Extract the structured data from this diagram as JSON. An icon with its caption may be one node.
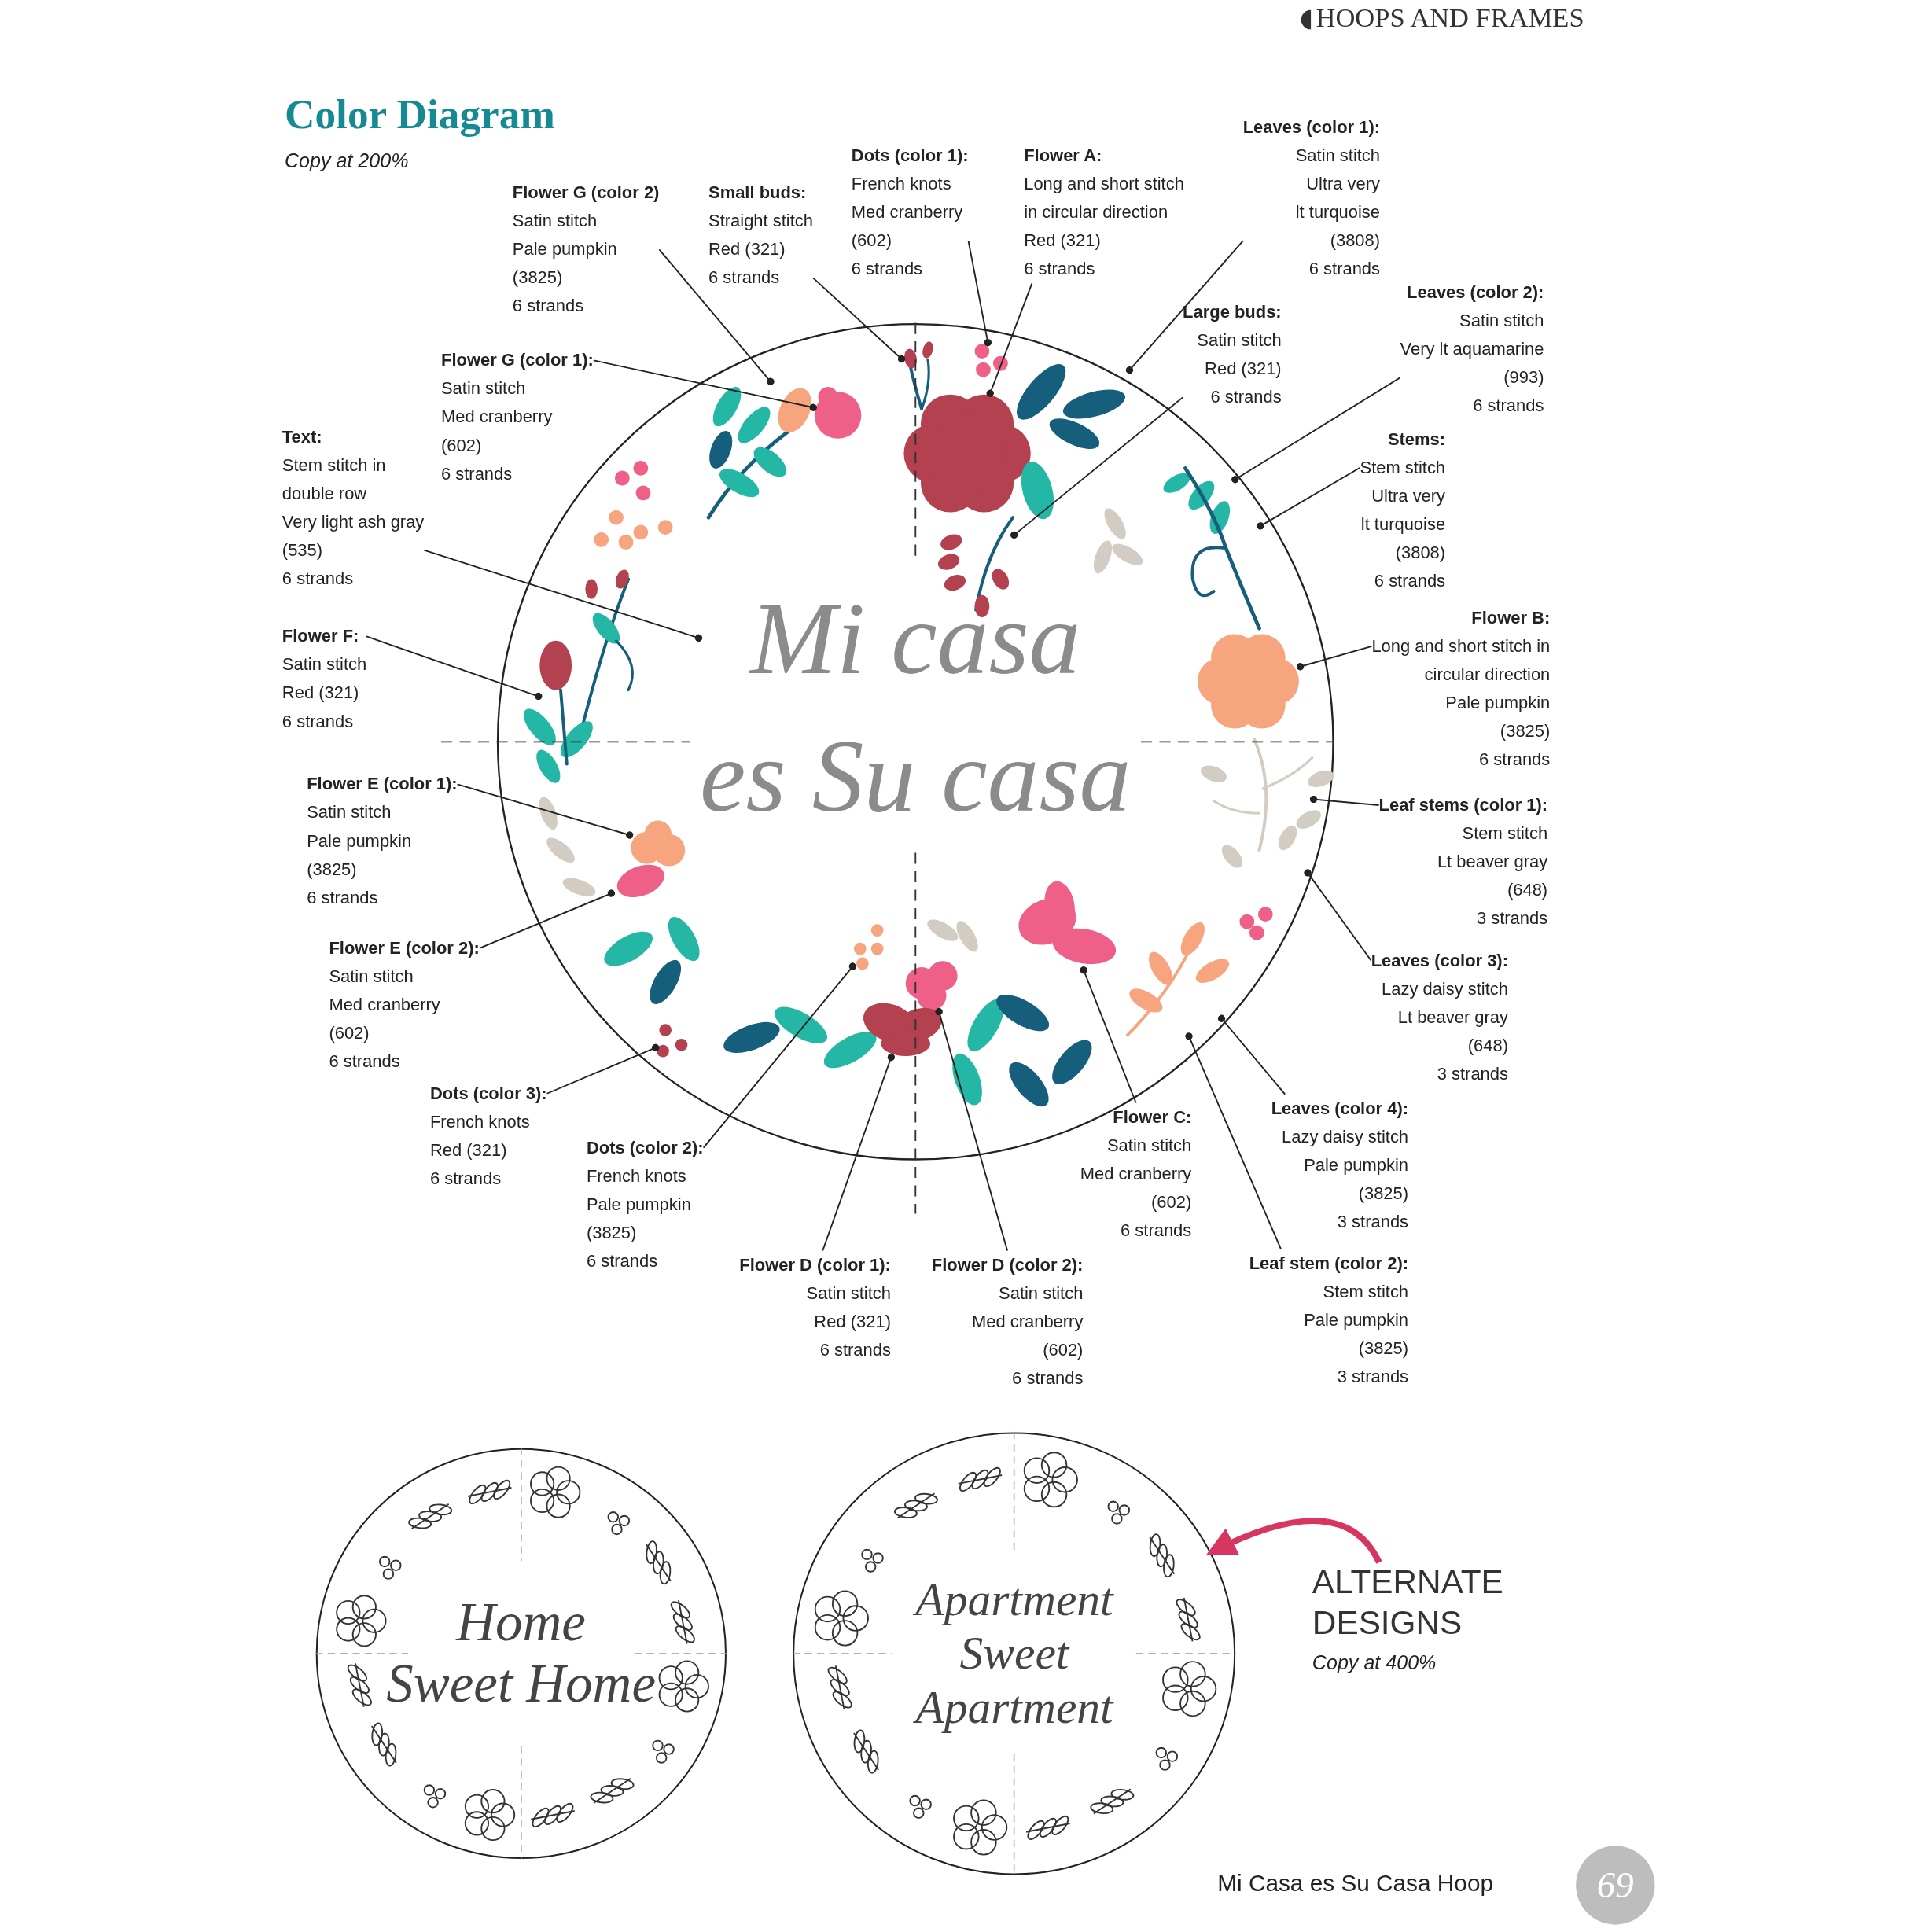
{
  "diagram": {
    "title": "Color Diagram",
    "nodes": [
      {
        "text": [],
        "shape": "circle"
      },
      {
        "text": [
          "Mi casa es Su casa"
        ],
        "in": 0
      },
      {
        "text": [],
        "shape": "flower",
        "in": 0
      },
      {
        "text": [],
        "shape": "bud",
        "in": 0
      },
      {
        "text": [],
        "shape": "dots",
        "in": 0
      },
      {
        "text": [],
        "shape": "flower",
        "in": 0
      },
      {
        "text": [],
        "shape": "leaf",
        "in": 0
      },
      {
        "text": [],
        "shape": "bud",
        "in": 0
      },
      {
        "text": [],
        "shape": "leaf",
        "in": 0
      },
      {
        "text": [],
        "shape": "stem",
        "in": 0
      },
      {
        "text": [],
        "shape": "flower",
        "in": 0
      },
      {
        "text": [],
        "shape": "stem",
        "in": 0
      },
      {
        "text": [],
        "shape": "leaf",
        "in": 0
      },
      {
        "text": [],
        "shape": "leaf",
        "in": 0
      },
      {
        "text": [],
        "shape": "stem",
        "in": 0
      },
      {
        "text": [],
        "shape": "flower",
        "in": 0
      },
      {
        "text": [],
        "shape": "flower",
        "in": 0
      },
      {
        "text": [],
        "shape": "flower",
        "in": 0
      },
      {
        "text": [],
        "shape": "dots",
        "in": 0
      },
      {
        "text": [],
        "shape": "dots",
        "in": 0
      },
      {
        "text": [],
        "shape": "flower",
        "in": 0
      },
      {
        "text": [],
        "shape": "flower",
        "in": 0
      },
      {
        "text": [],
        "shape": "flower",
        "in": 0
      },
      {
        "text": [],
        "shape": "flower",
        "in": 0
      },
      {
        "text": [
          "Flower G (color 2)",
          "Satin stitch Pale pumpkin (3825) 6 strands"
        ]
      },
      {
        "text": [
          "Small buds:",
          "Straight stitch Red (321) 6 strands"
        ]
      },
      {
        "text": [
          "Dots (color 1):",
          "French knots Med cranberry (602) 6 strands"
        ]
      },
      {
        "text": [
          "Flower A:",
          "Long and short stitch in circular direction Red (321) 6 strands"
        ]
      },
      {
        "text": [
          "Leaves (color 1):",
          "Satin stitch Ultra very lt turquoise (3808) 6 strands"
        ]
      },
      {
        "text": [
          "Large buds:",
          "Satin stitch Red (321) 6 strands"
        ]
      },
      {
        "text": [
          "Leaves (color 2):",
          "Satin stitch Very lt aquamarine (993) 6 strands"
        ]
      },
      {
        "text": [
          "Stems:",
          "Stem stitch Ultra very lt turquoise (3808) 6 strands"
        ]
      },
      {
        "text": [
          "Flower B:",
          "Long and short stitch in circular direction Pale pumpkin (3825) 6 strands"
        ]
      },
      {
        "text": [
          "Leaf stems (color 1):",
          "Stem stitch Lt beaver gray (648) 3 strands"
        ]
      },
      {
        "text": [
          "Leaves (color 3):",
          "Lazy daisy stitch Lt beaver gray (648) 3 strands"
        ]
      },
      {
        "text": [
          "Leaves (color 4):",
          "Lazy daisy stitch Pale pumpkin (3825) 3 strands"
        ]
      },
      {
        "text": [
          "Leaf stem (color 2):",
          "Stem stitch Pale pumpkin (3825) 3 strands"
        ]
      },
      {
        "text": [
          "Flower C:",
          "Satin stitch Med cranberry (602) 6 strands"
        ]
      },
      {
        "text": [
          "Flower D (color 2):",
          "Satin stitch Med cranberry (602) 6 strands"
        ]
      },
      {
        "text": [
          "Flower D (color 1):",
          "Satin stitch Red (321) 6 strands"
        ]
      },
      {
        "text": [
          "Dots (color 2):",
          "French knots Pale pumpkin (3825) 6 strands"
        ]
      },
      {
        "text": [
          "Dots (color 3):",
          "French knots Red (321) 6 strands"
        ]
      },
      {
        "text": [
          "Flower E (color 2):",
          "Satin stitch Med cranberry (602) 6 strands"
        ]
      },
      {
        "text": [
          "Flower E (color 1):",
          "Satin stitch Pale pumpkin (3825) 6 strands"
        ]
      },
      {
        "text": [
          "Flower F:",
          "Satin stitch Red (321) 6 strands"
        ]
      },
      {
        "text": [
          "Text:",
          "Stem stitch in double row Very light ash gray (535) 6 strands"
        ]
      },
      {
        "text": [
          "Flower G (color 1):",
          "Satin stitch Med cranberry (602) 6 strands"
        ]
      },
      {
        "text": [
          "Home Sweet Home"
        ]
      },
      {
        "text": [
          "Apartment Sweet Apartment"
        ]
      },
      {
        "text": [
          "ALTERNATE DESIGNS",
          "Copy at 400%"
        ]
      }
    ],
    "edges": [
      {
        "from": 24,
        "to": 2,
        "arrow": "other"
      },
      {
        "from": 25,
        "to": 3,
        "arrow": "other"
      },
      {
        "from": 26,
        "to": 4,
        "arrow": "other"
      },
      {
        "from": 27,
        "to": 5,
        "arrow": "other"
      },
      {
        "from": 28,
        "to": 6,
        "arrow": "other"
      },
      {
        "from": 29,
        "to": 7,
        "arrow": "other"
      },
      {
        "from": 30,
        "to": 8,
        "arrow": "other"
      },
      {
        "from": 31,
        "to": 9,
        "arrow": "other"
      },
      {
        "from": 32,
        "to": 10,
        "arrow": "other"
      },
      {
        "from": 33,
        "to": 11,
        "arrow": "other"
      },
      {
        "from": 34,
        "to": 12,
        "arrow": "other"
      },
      {
        "from": 35,
        "to": 13,
        "arrow": "other"
      },
      {
        "from": 36,
        "to": 14,
        "arrow": "other"
      },
      {
        "from": 37,
        "to": 15,
        "arrow": "other"
      },
      {
        "from": 38,
        "to": 16,
        "arrow": "other"
      },
      {
        "from": 39,
        "to": 17,
        "arrow": "other"
      },
      {
        "from": 40,
        "to": 18,
        "arrow": "other"
      },
      {
        "from": 41,
        "to": 19,
        "arrow": "other"
      },
      {
        "from": 42,
        "to": 20,
        "arrow": "other"
      },
      {
        "from": 43,
        "to": 21,
        "arrow": "other"
      },
      {
        "from": 44,
        "to": 22,
        "arrow": "other"
      },
      {
        "from": 45,
        "to": 1,
        "arrow": "other"
      },
      {
        "from": 46,
        "to": 23,
        "arrow": "other"
      },
      {
        "from": 49,
        "to": 48,
        "arrow": "to",
        "style": "thick",
        "color": "#d6365f"
      }
    ],
    "labels": [
      "HOOPS AND FRAMES",
      "Copy at 200%",
      "Mi Casa es Su Casa Hoop",
      "69"
    ]
  }
}
